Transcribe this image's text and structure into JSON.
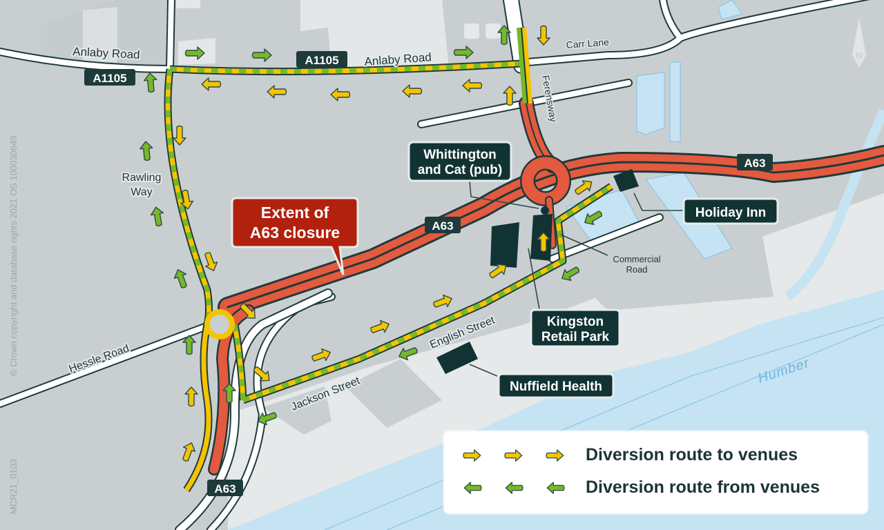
{
  "map": {
    "title_callout": "Extent of A63 closure",
    "title_callout_lines": [
      "Extent of",
      "A63 closure"
    ],
    "roads": {
      "anlaby_road_west": "Anlaby Road",
      "anlaby_road_east": "Anlaby Road",
      "carr_lane": "Carr Lane",
      "ferensway": "Ferensway",
      "rawling_way_lines": [
        "Rawling",
        "Way"
      ],
      "hessle_road": "Hessle Road",
      "jackson_street": "Jackson Street",
      "english_street": "English Street",
      "commercial_road_lines": [
        "Commercial",
        "Road"
      ]
    },
    "shields": {
      "a1105_west": "A1105",
      "a1105_mid": "A1105",
      "a63_center": "A63",
      "a63_east": "A63",
      "a63_south": "A63"
    },
    "venues": {
      "whittington_lines": [
        "Whittington",
        "and Cat (pub)"
      ],
      "holiday_inn": "Holiday Inn",
      "kingston_lines": [
        "Kingston",
        "Retail Park"
      ],
      "nuffield": "Nuffield Health"
    },
    "water_label": "Humber",
    "north_label": "N",
    "copyright": "© Crown copyright and database rights 2021 OS 100030649",
    "map_ref": "MCR21_0103"
  },
  "legend": {
    "items": [
      {
        "label": "Diversion route to venues",
        "color": "#f5c400",
        "direction": "right"
      },
      {
        "label": "Diversion route from venues",
        "color": "#76b82a",
        "direction": "left"
      }
    ]
  },
  "colors": {
    "closure_red": "#e35a3f",
    "callout_red": "#b2200e",
    "route_yellow": "#f5c400",
    "route_green": "#76b82a",
    "dark_teal": "#123334",
    "water": "#c5e3f3",
    "land": "#c9cfd0",
    "land_light": "#e6e9e9"
  }
}
